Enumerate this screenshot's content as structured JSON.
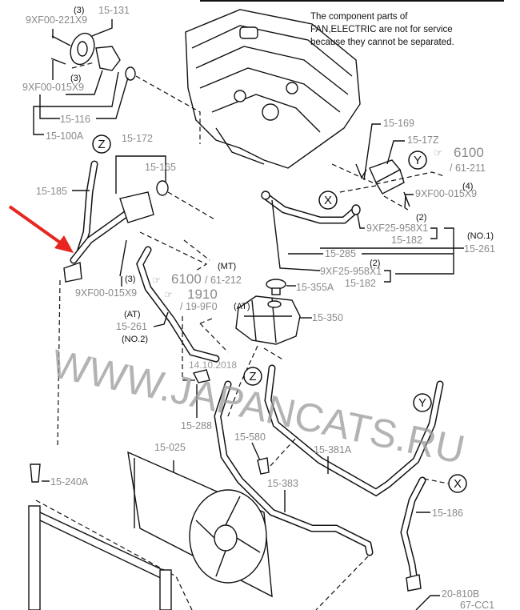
{
  "note": {
    "lines": [
      "The component parts of",
      "FAN,ELECTRIC are not for service",
      "because they cannot be separated."
    ]
  },
  "labels": {
    "p15_131": "15-131",
    "b221": "9XF00-221X9",
    "b015_top": "9XF00-015X9",
    "p15_116": "15-116",
    "p15_100a": "15-100A",
    "p15_172": "15-172",
    "p15_165": "15-165",
    "p15_185": "15-185",
    "p15_169": "15-169",
    "p15_17z": "15-17Z",
    "ref6100a": "6100",
    "ref61_211": "/ 61-211",
    "b015_right": "9XF00-015X9",
    "c958_a": "9XF25-958X1",
    "p15_182_a": "15-182",
    "no1": "(NO.1)",
    "p15_261_a": "15-261",
    "p15_285": "15-285",
    "c958_b": "9XF25-958X1",
    "p15_182_b": "15-182",
    "b015_left": "9XF00-015X9",
    "mt": "(MT)",
    "ref6100b": "6100",
    "ref61_212": "/ 61-212",
    "ref1910": "1910",
    "ref19_9f0": "/ 19-9F0",
    "at_a": "(AT)",
    "at_b": "(AT)",
    "p15_261_b": "15-261",
    "no2": "(NO.2)",
    "p15_355a": "15-355A",
    "p15_350": "15-350",
    "p15_288": "15-288",
    "p15_580": "15-580",
    "p15_381a": "15-381A",
    "p15_025": "15-025",
    "p15_383": "15-383",
    "p15_240a": "15-240A",
    "p15_186": "15-186",
    "p20_810b": "20-810B",
    "p67_cc1": "67-CC1"
  },
  "quantities": {
    "q1": "(3)",
    "q2": "(3)",
    "q3": "(4)",
    "q4": "(2)",
    "q5": "(2)",
    "q6": "(3)"
  },
  "connectors": {
    "z": "Z",
    "y": "Y",
    "x": "X"
  },
  "watermark": {
    "text": "WWW.JAPANCATS.RU",
    "date": "14.10.2018"
  },
  "colors": {
    "arrow": "#e8251f",
    "label": "#8a8a8a"
  }
}
